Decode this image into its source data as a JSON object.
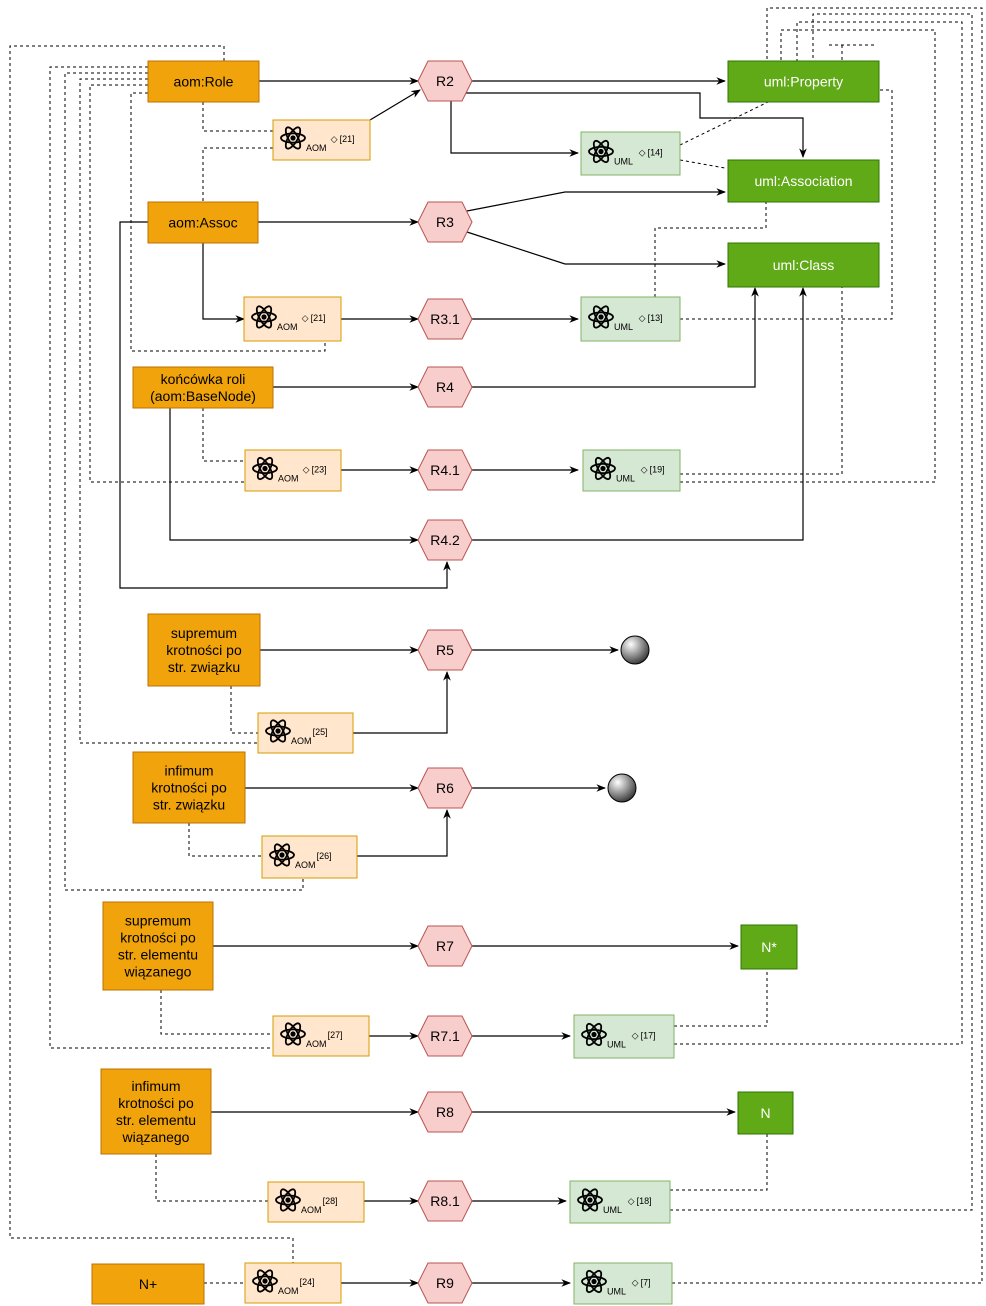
{
  "sources": [
    {
      "id": "aom-role",
      "lines": [
        "aom:Role"
      ]
    },
    {
      "id": "aom-assoc",
      "lines": [
        "aom:Assoc"
      ]
    },
    {
      "id": "role-end",
      "lines": [
        "końcówka roli",
        "(aom:BaseNode)"
      ]
    },
    {
      "id": "sup-assoc",
      "lines": [
        "supremum",
        "krotności po",
        "str. związku"
      ]
    },
    {
      "id": "inf-assoc",
      "lines": [
        "infimum",
        "krotności po",
        "str. związku"
      ]
    },
    {
      "id": "sup-elem",
      "lines": [
        "supremum",
        "krotności po",
        "str. elementu",
        "wiązanego"
      ]
    },
    {
      "id": "inf-elem",
      "lines": [
        "infimum",
        "krotności po",
        "str. elementu",
        "wiązanego"
      ]
    },
    {
      "id": "n-plus",
      "lines": [
        "N+"
      ]
    }
  ],
  "rules": [
    "R2",
    "R3",
    "R3.1",
    "R4",
    "R4.1",
    "R4.2",
    "R5",
    "R6",
    "R7",
    "R7.1",
    "R8",
    "R8.1",
    "R9"
  ],
  "targets": [
    {
      "id": "uml-property",
      "label": "uml:Property"
    },
    {
      "id": "uml-association",
      "label": "uml:Association"
    },
    {
      "id": "uml-class",
      "label": "uml:Class"
    },
    {
      "id": "n-star",
      "label": "N*"
    },
    {
      "id": "n",
      "label": "N"
    }
  ],
  "aom_nodes": [
    {
      "id": "aom-21a",
      "sub": "AOM",
      "marker": "◇",
      "ref": "[21]"
    },
    {
      "id": "aom-21b",
      "sub": "AOM",
      "marker": "◇",
      "ref": "[21]"
    },
    {
      "id": "aom-23",
      "sub": "AOM",
      "marker": "◇",
      "ref": "[23]"
    },
    {
      "id": "aom-25",
      "sub": "AOM",
      "marker": "",
      "ref": "[25]"
    },
    {
      "id": "aom-26",
      "sub": "AOM",
      "marker": "",
      "ref": "[26]"
    },
    {
      "id": "aom-27",
      "sub": "AOM",
      "marker": "",
      "ref": "[27]"
    },
    {
      "id": "aom-28",
      "sub": "AOM",
      "marker": "",
      "ref": "[28]"
    },
    {
      "id": "aom-24",
      "sub": "AOM",
      "marker": "",
      "ref": "[24]"
    }
  ],
  "uml_nodes": [
    {
      "id": "uml-14",
      "sub": "UML",
      "marker": "◇",
      "ref": "[14]"
    },
    {
      "id": "uml-13",
      "sub": "UML",
      "marker": "◇",
      "ref": "[13]"
    },
    {
      "id": "uml-19",
      "sub": "UML",
      "marker": "◇",
      "ref": "[19]"
    },
    {
      "id": "uml-17",
      "sub": "UML",
      "marker": "◇",
      "ref": "[17]"
    },
    {
      "id": "uml-18",
      "sub": "UML",
      "marker": "◇",
      "ref": "[18]"
    },
    {
      "id": "uml-7",
      "sub": "UML",
      "marker": "◇",
      "ref": "[7]"
    }
  ],
  "colors": {
    "source_fill": "#f0a30a",
    "source_stroke": "#bd7000",
    "rule_fill": "#f8cecc",
    "rule_stroke": "#b85450",
    "target_fill": "#60a917",
    "target_stroke": "#2d7600",
    "aom_fill": "#ffe6cc",
    "aom_stroke": "#d79b00",
    "uml_fill": "#d5e8d4",
    "uml_stroke": "#82b366"
  }
}
